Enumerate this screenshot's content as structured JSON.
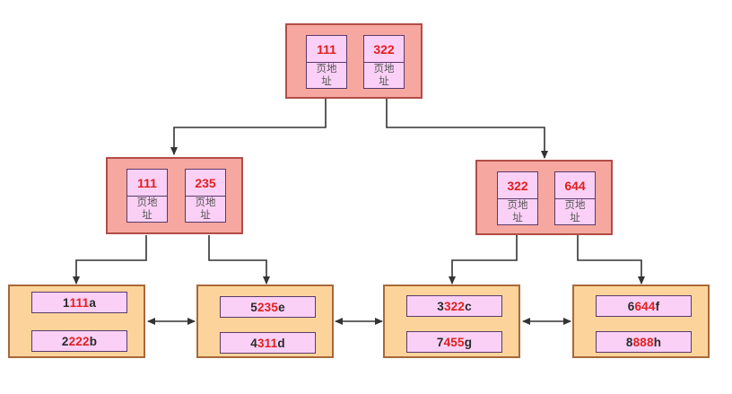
{
  "colors": {
    "index_node_fill": "#f6a8a0",
    "index_node_border": "#b14d47",
    "cell_fill": "#fbd0f6",
    "leaf_node_fill": "#fcd49b",
    "key_text": "#e0201e",
    "arrow": "#333333"
  },
  "root": {
    "cells": [
      {
        "key": "111",
        "pointer": "页地址"
      },
      {
        "key": "322",
        "pointer": "页地址"
      }
    ]
  },
  "branches": [
    {
      "cells": [
        {
          "key": "111",
          "pointer": "页地址"
        },
        {
          "key": "235",
          "pointer": "页地址"
        }
      ]
    },
    {
      "cells": [
        {
          "key": "322",
          "pointer": "页地址"
        },
        {
          "key": "644",
          "pointer": "页地址"
        }
      ]
    }
  ],
  "leaves": [
    {
      "records": [
        {
          "pre": "1",
          "hl": "111",
          "post": "a"
        },
        {
          "pre": "2",
          "hl": "222",
          "post": "b"
        }
      ]
    },
    {
      "records": [
        {
          "pre": "5",
          "hl": "235",
          "post": "e"
        },
        {
          "pre": "4",
          "hl": "311",
          "post": "d"
        }
      ]
    },
    {
      "records": [
        {
          "pre": "3",
          "hl": "322",
          "post": "c"
        },
        {
          "pre": "7",
          "hl": "455",
          "post": "g"
        }
      ]
    },
    {
      "records": [
        {
          "pre": "6",
          "hl": "644",
          "post": "f"
        },
        {
          "pre": "8",
          "hl": "888",
          "post": "h"
        }
      ]
    }
  ]
}
